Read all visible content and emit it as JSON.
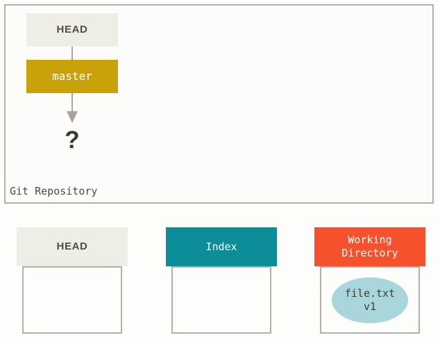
{
  "diagram": {
    "title": "Git Repository",
    "repository": {
      "label": "Git Repository",
      "refs": [
        {
          "name": "HEAD",
          "label": "HEAD",
          "color": "#eeeee6"
        },
        {
          "name": "master",
          "label": "master",
          "color": "#c9a20a"
        }
      ],
      "commit_placeholder": "?",
      "arrow_color": "#a8a49c"
    },
    "areas": [
      {
        "key": "head",
        "label": "HEAD",
        "header_color": "#eeeee6",
        "header_text_color": "#504c46",
        "contents": []
      },
      {
        "key": "index",
        "label": "Index",
        "header_color": "#0c8d98",
        "header_text_color": "#ffffff",
        "contents": []
      },
      {
        "key": "working_directory",
        "label": "Working\nDirectory",
        "header_color": "#f4512c",
        "header_text_color": "#ffffff",
        "contents": [
          {
            "name": "file-blob",
            "label": "file.txt\nv1",
            "color": "#a9d6db"
          }
        ]
      }
    ]
  }
}
